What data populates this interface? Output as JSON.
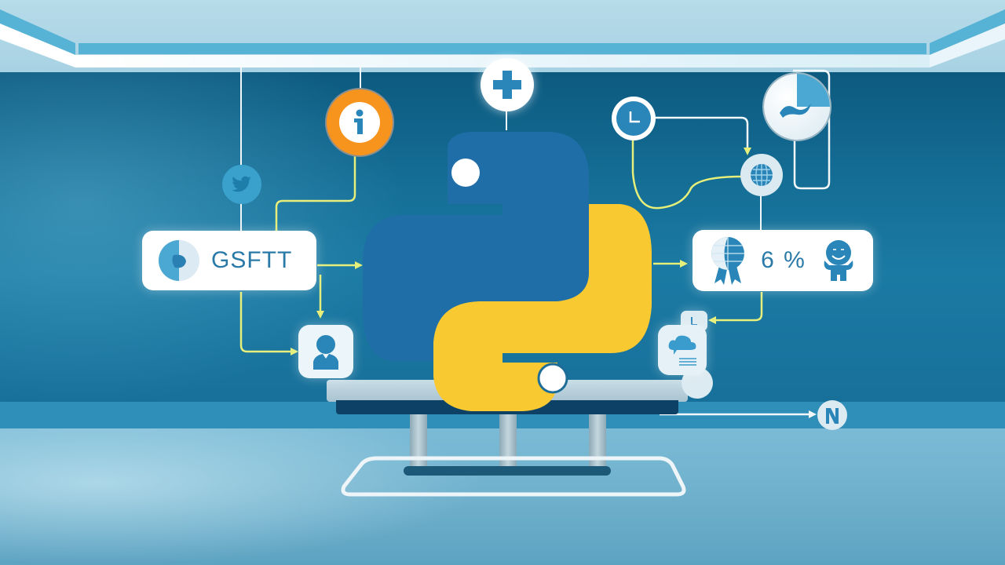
{
  "scene": {
    "description": "Python logo illustration on a pedestal in a blue room with connected info cards and icons",
    "colors": {
      "python_blue": "#1f6ea8",
      "python_yellow": "#f9c932",
      "wall": "#156f97",
      "accent_orange": "#f7941d",
      "connector_yellow": "#e6ef7a",
      "card_text": "#2a7aa8"
    }
  },
  "left_card": {
    "label": "GSFTT",
    "icon": "half-circle-chart-icon"
  },
  "right_card": {
    "value": "6 %",
    "icons": [
      "globe-award-icon",
      "happy-person-icon"
    ]
  },
  "icons": {
    "top": [
      "twitter-icon",
      "info-icon",
      "plus-icon",
      "clock-icon",
      "globe-icon",
      "pie-chart-icon"
    ],
    "lower": [
      "user-profile-icon",
      "small-clock-icon",
      "cloud-document-icon",
      "n-logo-icon"
    ]
  }
}
